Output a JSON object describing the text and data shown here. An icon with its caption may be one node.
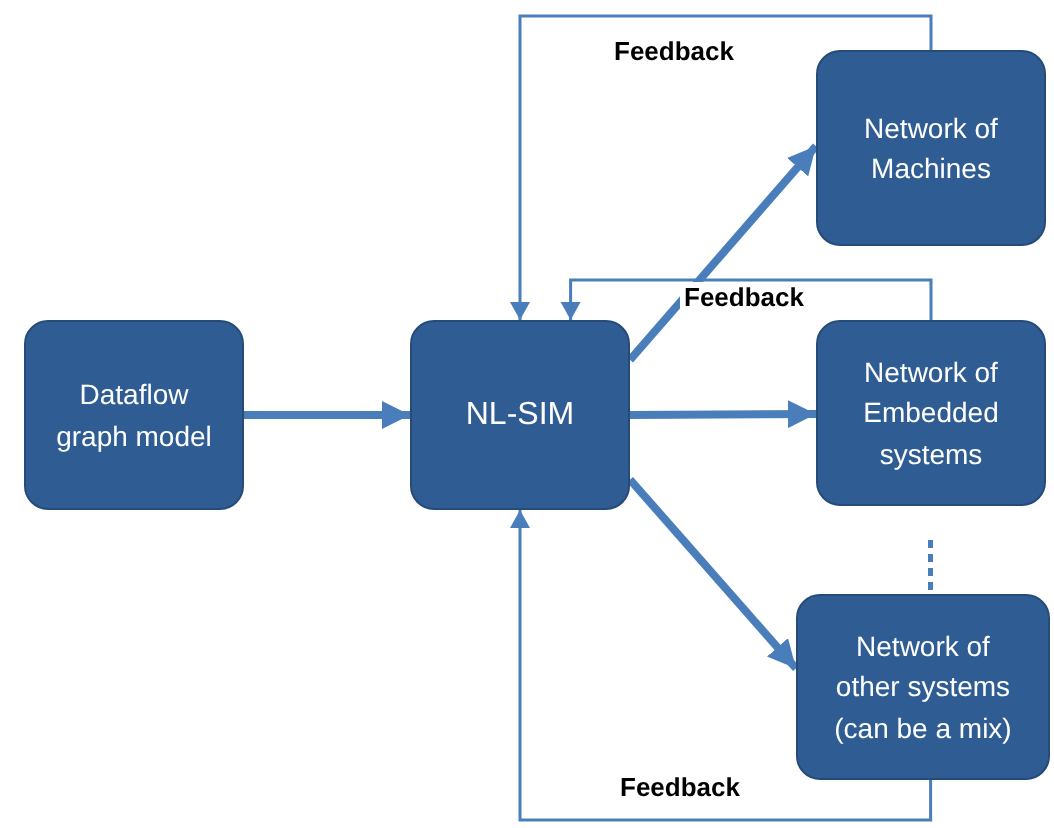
{
  "diagram": {
    "nodes": [
      {
        "text": [
          "Dataflow graph model"
        ]
      },
      {
        "text": [
          "NL-SIM"
        ]
      },
      {
        "text": [
          "Network of Machines"
        ]
      },
      {
        "text": [
          "Network of Embedded systems"
        ]
      },
      {
        "text": [
          "Network of other systems (can be a mix)"
        ]
      }
    ],
    "edges": [
      {
        "from": 0,
        "to": 1,
        "arrow": "to"
      },
      {
        "from": 1,
        "to": 2,
        "arrow": "to"
      },
      {
        "from": 1,
        "to": 3,
        "arrow": "to"
      },
      {
        "from": 1,
        "to": 4,
        "arrow": "to"
      },
      {
        "from": 2,
        "to": 1,
        "arrow": "to",
        "label": "Feedback"
      },
      {
        "from": 3,
        "to": 1,
        "arrow": "to",
        "label": "Feedback"
      },
      {
        "from": 4,
        "to": 1,
        "arrow": "to",
        "label": "Feedback"
      }
    ]
  }
}
